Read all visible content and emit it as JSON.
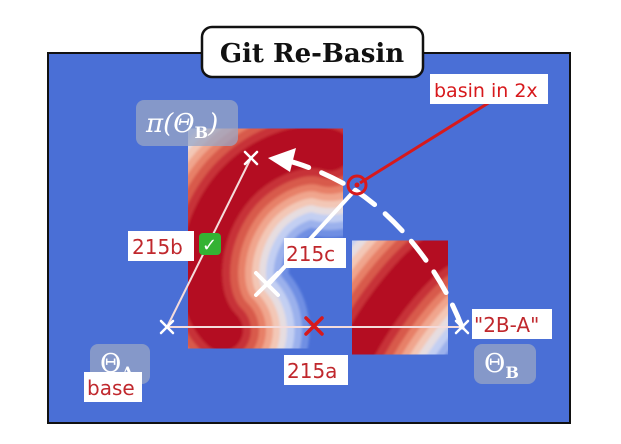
{
  "title": "Git Re-Basin",
  "points": {
    "theta_a": "Θ",
    "theta_a_sub": "A",
    "theta_b": "Θ",
    "theta_b_sub": "B",
    "pi_theta_b": "π(Θ",
    "pi_theta_b_sub": "B",
    "pi_close": ")"
  },
  "annotations": {
    "basin_callout": "basin in 2x",
    "label_215a": "215a",
    "label_215b": "215b",
    "label_215c": "215c",
    "label_2b_a": "\"2B-A\"",
    "label_base": "base",
    "checkmark": "✓"
  },
  "colors": {
    "background_blue": "#4a6fd6",
    "basin_deep": "#b40a24",
    "callout_red": "#d7191c",
    "check_green": "#34b233",
    "path_white": "#ffffff",
    "cross_red": "#d7191c"
  }
}
